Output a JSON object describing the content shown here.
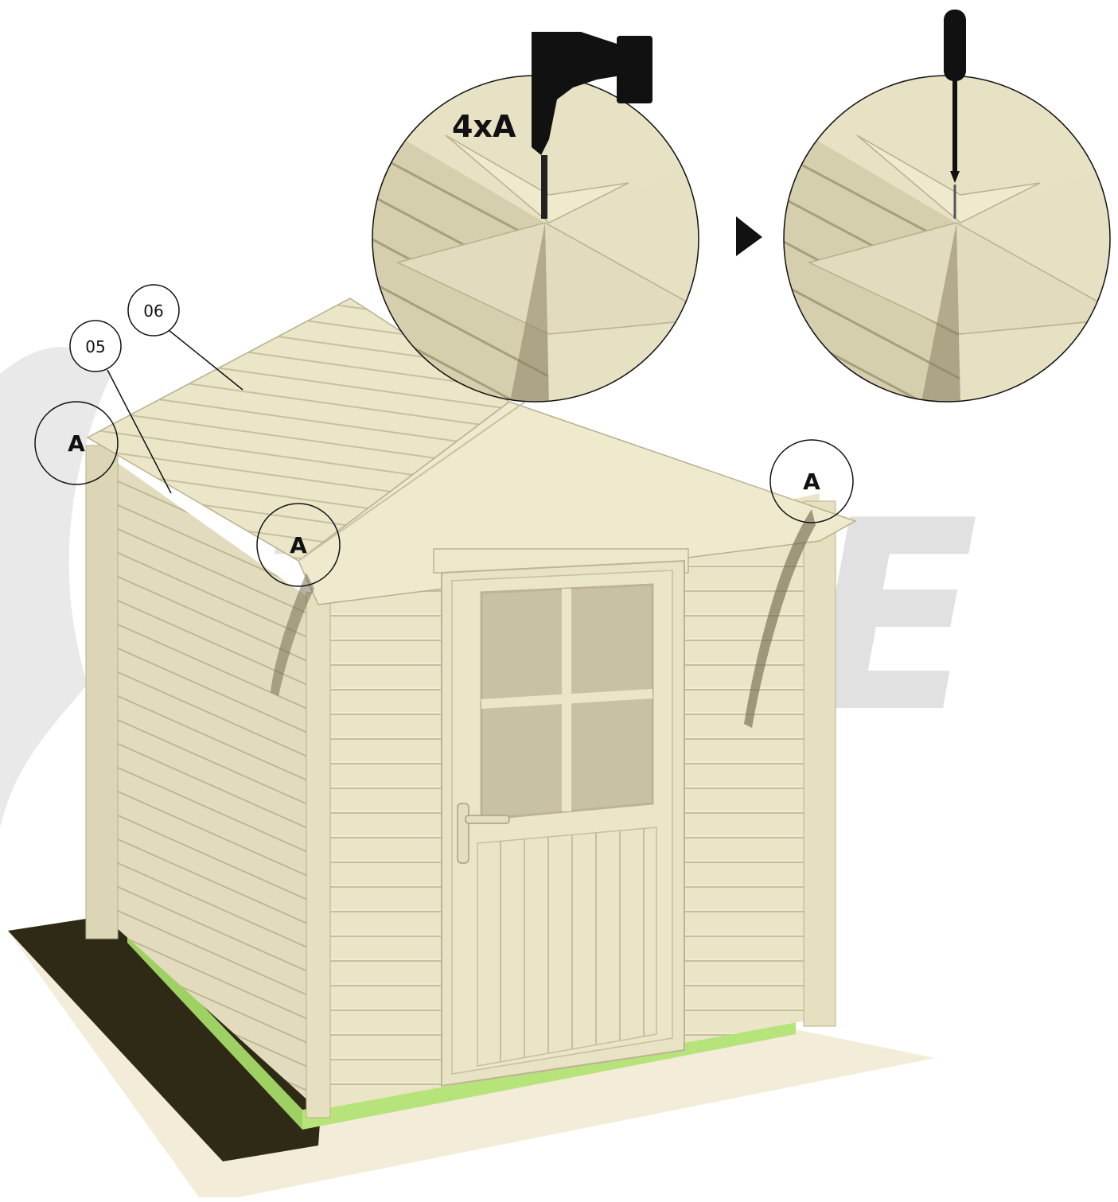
{
  "diagram": {
    "quantity_label": "4xA",
    "part_labels": {
      "p05": "05",
      "p06": "06"
    },
    "corner_label": "A",
    "watermark": "TENE",
    "step_arrow": "arrow-right-icon",
    "tools": [
      "drill-icon",
      "screwdriver-icon"
    ],
    "colors": {
      "wood": "#e8e2c4",
      "wood_dark": "#c9c2a0",
      "floor": "#f3ecd8",
      "base_beam": "#b6e47a",
      "shadow": "#2e2a16",
      "ink": "#111111",
      "watermark": "#d8d8d8"
    }
  }
}
